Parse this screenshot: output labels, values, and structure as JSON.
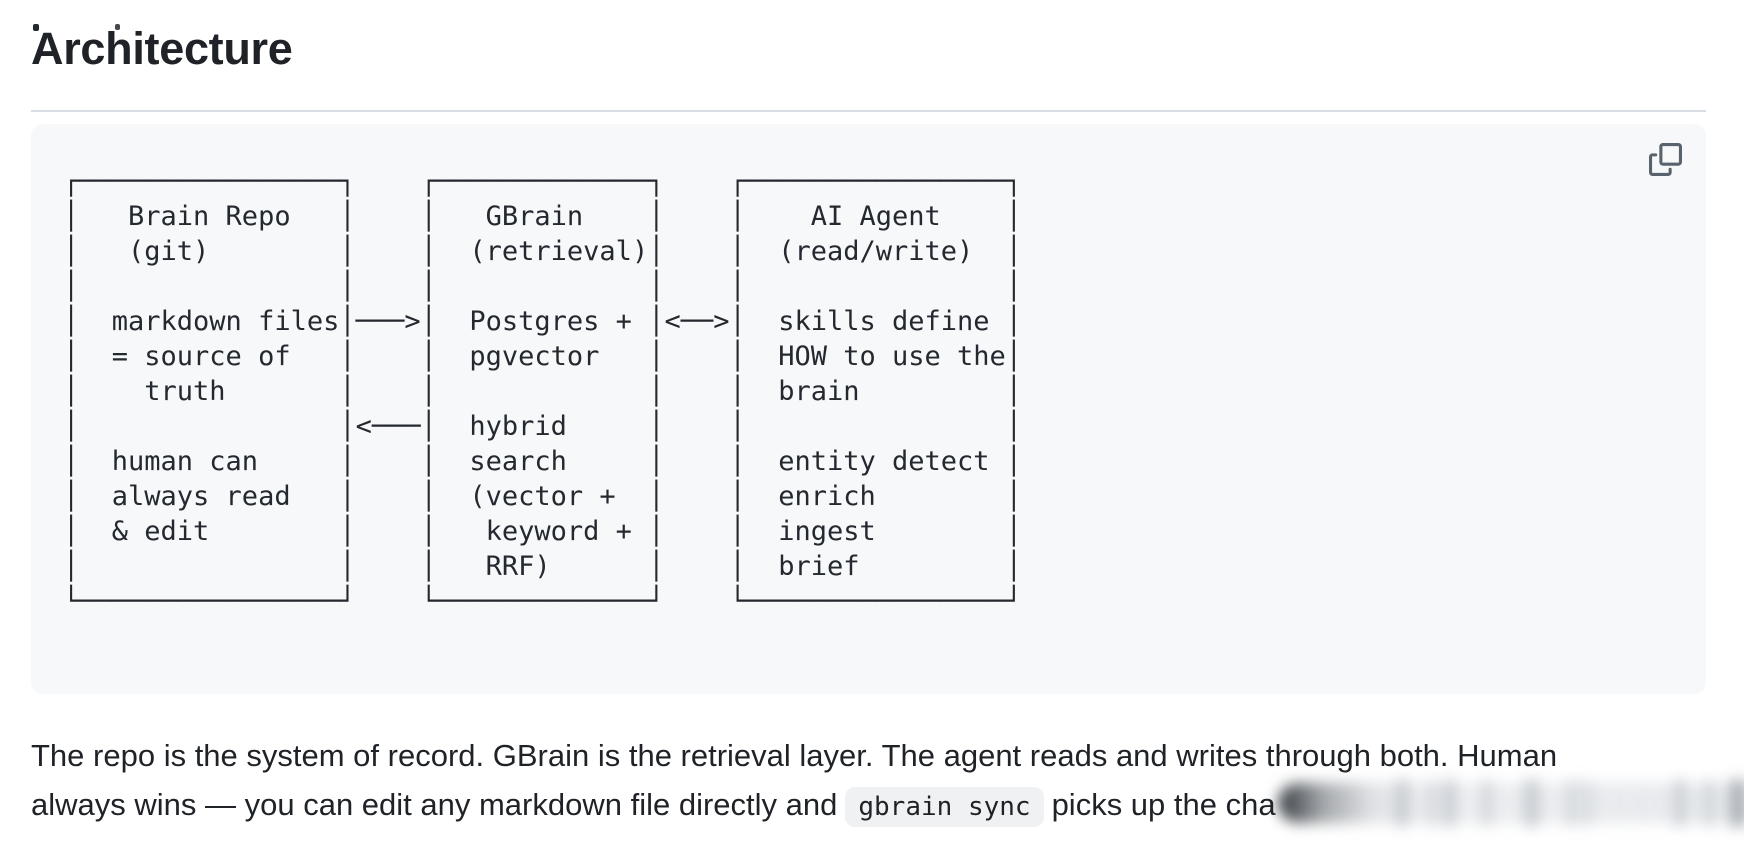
{
  "heading": {
    "title": "Architecture"
  },
  "code_block": {
    "copy_icon": "copy-icon",
    "lines": [
      "┌────────────────┐    ┌─────────────┐    ┌────────────────┐",
      "│   Brain Repo   │    │   GBrain    │    │    AI Agent    │",
      "│   (git)        │    │  (retrieval)│    │  (read/write)  │",
      "│                │    │             │    │                │",
      "│  markdown files│───>│  Postgres + │<──>│  skills define │",
      "│  = source of   │    │  pgvector   │    │  HOW to use the│",
      "│    truth       │    │             │    │  brain         │",
      "│                │<───│  hybrid     │    │                │",
      "│  human can     │    │  search     │    │  entity detect │",
      "│  always read   │    │  (vector +  │    │  enrich        │",
      "│  & edit        │    │   keyword + │    │  ingest        │",
      "│                │    │   RRF)      │    │  brief         │",
      "└────────────────┘    └─────────────┘    └────────────────┘"
    ]
  },
  "paragraph": {
    "line1": "The repo is the system of record. GBrain is the retrieval layer. The agent reads and writes through both. Human",
    "line2_before_code": "always wins — you can edit any markdown file directly and",
    "inline_code": "gbrain sync",
    "line2_after_code": "picks up the cha",
    "rest_redacted": true
  },
  "colors": {
    "page_bg": "#ffffff",
    "text": "#1f2328",
    "code_bg": "#f6f8fa",
    "rule": "#d8dee4",
    "icon": "#59636e",
    "inline_code_bg": "#f0f1f3"
  }
}
